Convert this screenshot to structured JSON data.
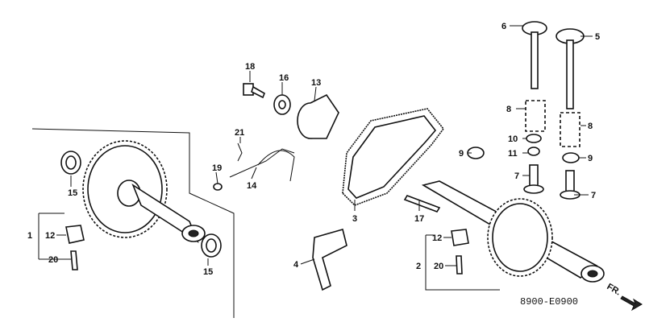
{
  "callouts": {
    "p1": "1",
    "p2": "2",
    "p3": "3",
    "p4": "4",
    "p5": "5",
    "p6": "6",
    "p7a": "7",
    "p7b": "7",
    "p8a": "8",
    "p8b": "8",
    "p9a": "9",
    "p9b": "9",
    "p10": "10",
    "p11": "11",
    "p12a": "12",
    "p12b": "12",
    "p13": "13",
    "p14": "14",
    "p15a": "15",
    "p15b": "15",
    "p16": "16",
    "p17": "17",
    "p18": "18",
    "p19": "19",
    "p20a": "20",
    "p20b": "20",
    "p21": "21"
  },
  "diagram_code": "8900-E0900",
  "front_label": "FR."
}
